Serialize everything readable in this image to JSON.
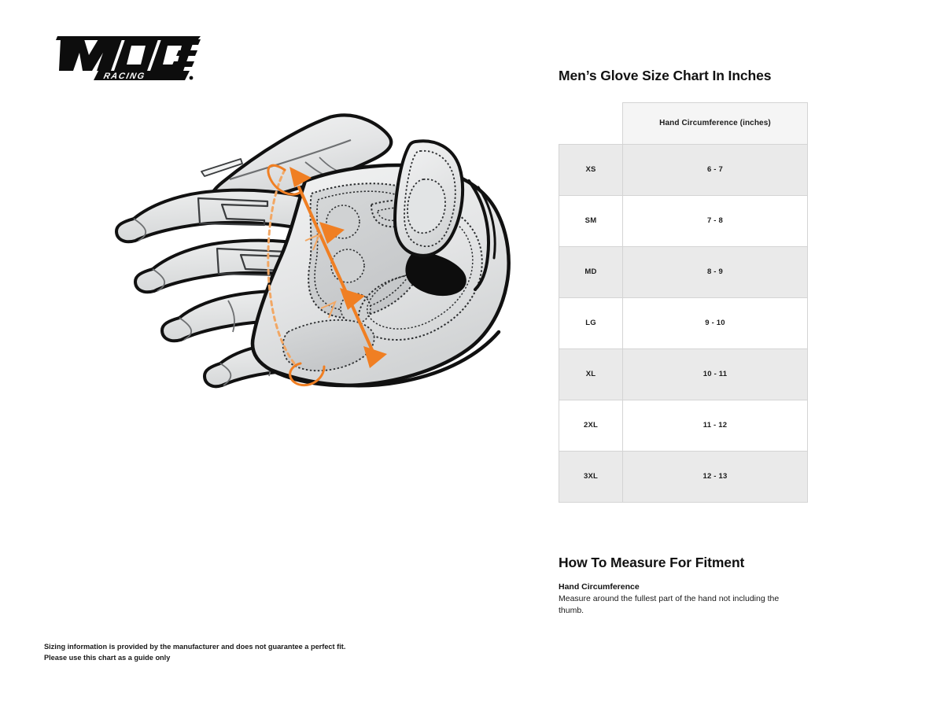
{
  "brand": {
    "logo_text": "MOOSE",
    "logo_subtext": "RACING",
    "logo_registered": "®"
  },
  "illustration": {
    "name": "glove-measurement-diagram",
    "arrow_color": "#F07F23",
    "glove_fill": "#E8E9EA",
    "glove_shade": "#CFD1D2",
    "glove_outline": "#111111"
  },
  "table_section": {
    "title": "Men’s Glove Size Chart In Inches",
    "corner_blank": "",
    "columns": [
      "",
      "Hand Circumference (inches)"
    ],
    "rows": [
      {
        "size": "XS",
        "circumference": "6 - 7",
        "shaded": true
      },
      {
        "size": "SM",
        "circumference": "7 - 8",
        "shaded": false
      },
      {
        "size": "MD",
        "circumference": "8 - 9",
        "shaded": true
      },
      {
        "size": "LG",
        "circumference": "9 - 10",
        "shaded": false
      },
      {
        "size": "XL",
        "circumference": "10 - 11",
        "shaded": true
      },
      {
        "size": "2XL",
        "circumference": "11 - 12",
        "shaded": false
      },
      {
        "size": "3XL",
        "circumference": "12 - 13",
        "shaded": true
      }
    ]
  },
  "measure_section": {
    "title": "How To Measure For Fitment",
    "item_heading": "Hand Circumference",
    "item_text": "Measure around the fullest part of the hand not including the thumb."
  },
  "footer": {
    "line1": "Sizing information is provided by the manufacturer and does not guarantee a perfect fit.",
    "line2": "Please use this chart as a guide only"
  },
  "colors": {
    "accent_orange": "#F07F23",
    "row_shaded": "#EAEAEA",
    "header_fill": "#F5F5F5",
    "border": "#D4D4D4",
    "text": "#1A1A1A"
  }
}
